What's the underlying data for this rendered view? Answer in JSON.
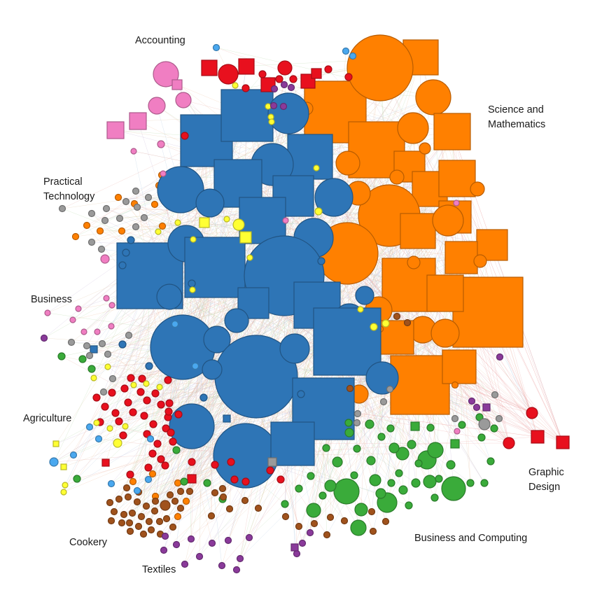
{
  "palette": {
    "blue": "#2e75b6",
    "orange": "#ff8000",
    "red": "#e8101e",
    "green": "#3aab3a",
    "pink": "#f07ec2",
    "yellow": "#ffff33",
    "brown": "#a0521c",
    "purple": "#8a3a9a",
    "gray": "#9a9a9a",
    "lightblue": "#4aa8ef",
    "edge": "#c9b8b0"
  },
  "labels": [
    {
      "key": "accounting",
      "lines": [
        "Accounting"
      ]
    },
    {
      "key": "science-and-mathematics",
      "lines": [
        "Science and",
        "Mathematics"
      ]
    },
    {
      "key": "practical-technology",
      "lines": [
        "Practical",
        "Technology"
      ]
    },
    {
      "key": "business",
      "lines": [
        "Business"
      ]
    },
    {
      "key": "agriculture",
      "lines": [
        "Agriculture"
      ]
    },
    {
      "key": "graphic-design",
      "lines": [
        "Graphic",
        "Design"
      ]
    },
    {
      "key": "cookery",
      "lines": [
        "Cookery"
      ]
    },
    {
      "key": "business-and-computing",
      "lines": [
        "Business and Computing"
      ]
    },
    {
      "key": "textiles",
      "lines": [
        "Textiles"
      ]
    }
  ]
}
